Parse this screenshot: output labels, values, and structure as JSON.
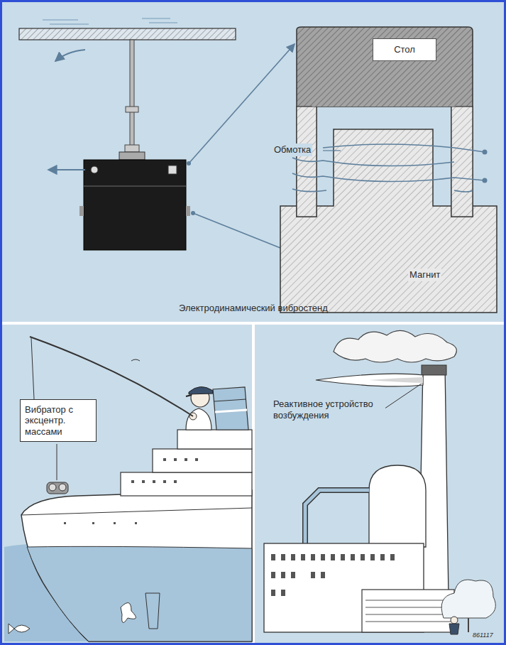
{
  "diagram": {
    "caption": "Электродинамический вибростенд",
    "nodes": [
      {
        "text": [
          "Стол"
        ]
      },
      {
        "text": [
          "Вибратор с эксцентр. массами"
        ]
      }
    ],
    "labels": [
      "Обмотка",
      "Магнит",
      "Реактивное устройство возбуждения",
      "861117"
    ]
  }
}
